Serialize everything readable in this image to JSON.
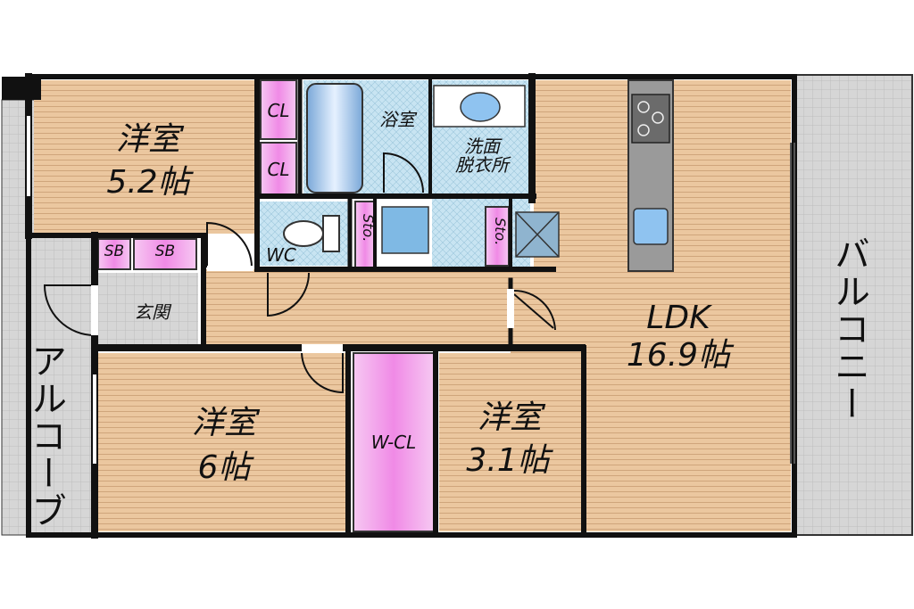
{
  "rooms": {
    "western_north": {
      "name": "洋室",
      "size": "5.2帖"
    },
    "western_south_left": {
      "name": "洋室",
      "size": "6帖"
    },
    "western_south_right": {
      "name": "洋室",
      "size": "3.1帖"
    },
    "ldk": {
      "name": "LDK",
      "size": "16.9帖"
    },
    "bath": "浴室",
    "washroom": "洗面\n脱衣所",
    "entrance": "玄関",
    "toilet": "WC",
    "walk_in_closet": "W-CL",
    "closet_upper": "CL",
    "closet_lower": "CL",
    "shoe_box_1": "SB",
    "shoe_box_2": "SB",
    "storage_1": "Sto.",
    "storage_2": "Sto."
  },
  "outside": {
    "alcove": "アルコーブ",
    "balcony": "バルコニー"
  },
  "colors": {
    "floor_wood": "#ebc79f",
    "floor_tile": "#c8e4f2",
    "closet_pink": "#f3b7ee",
    "wall": "#111111",
    "balcony_gray": "#cfcfcf",
    "entrance_gray": "#d8d8d8"
  }
}
